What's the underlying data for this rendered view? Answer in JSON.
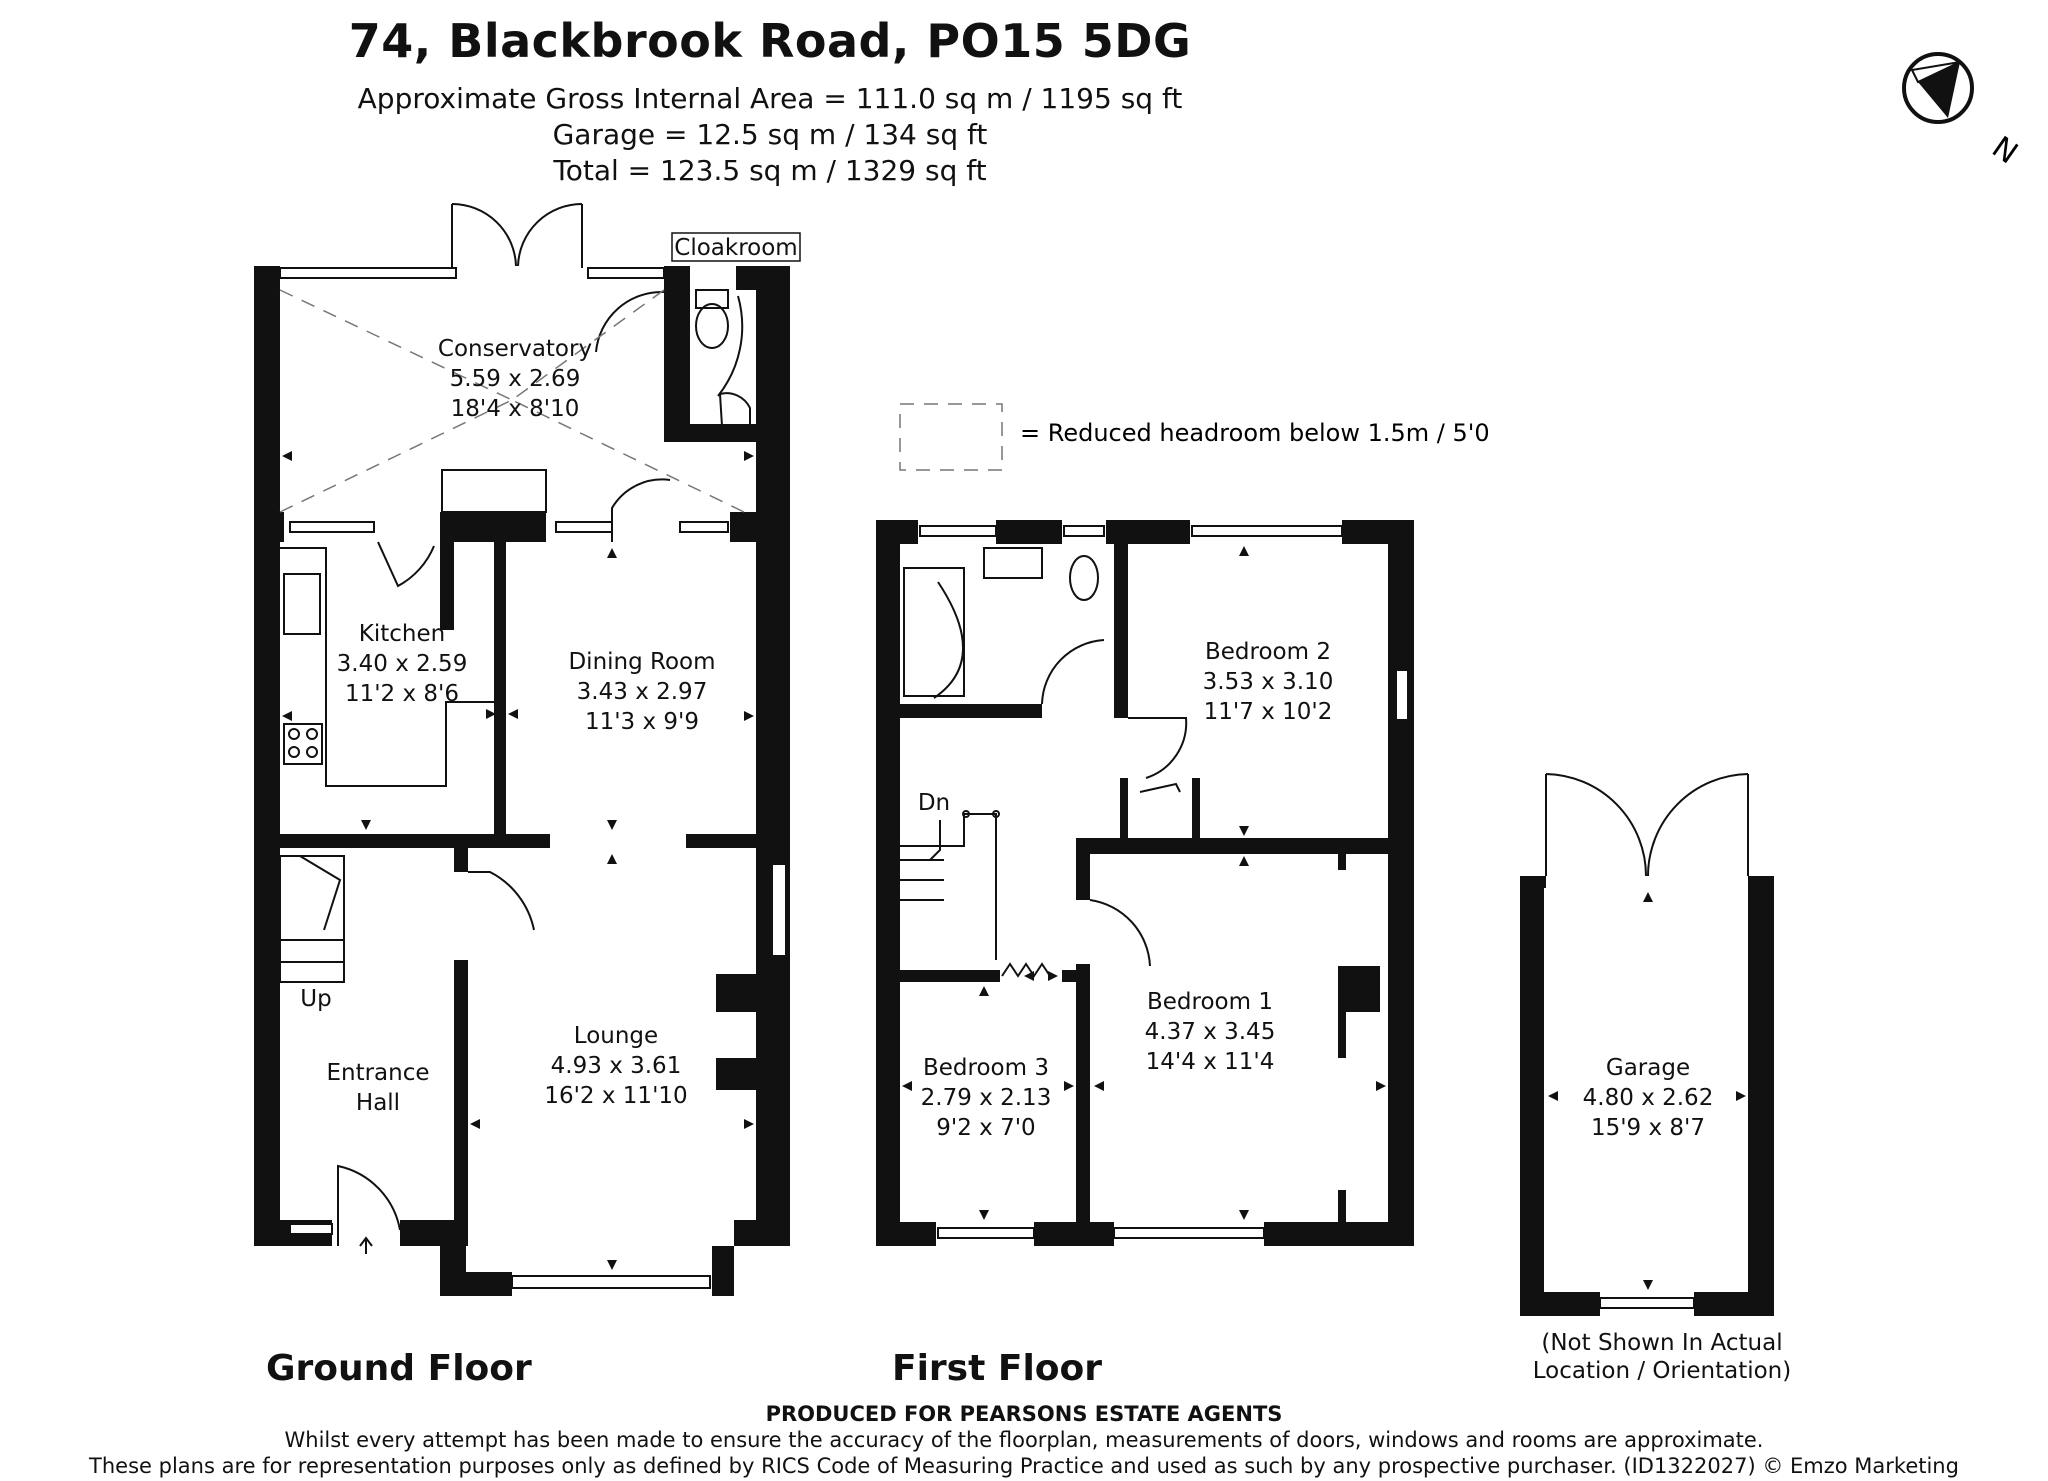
{
  "header": {
    "address": "74, Blackbrook Road, PO15 5DG",
    "line1": "Approximate Gross Internal Area = 111.0 sq m / 1195 sq ft",
    "line2": "Garage = 12.5 sq m / 134 sq ft",
    "line3": "Total = 123.5 sq m / 1329 sq ft"
  },
  "compass": {
    "label": "N"
  },
  "legend": {
    "text": "= Reduced headroom below 1.5m / 5'0"
  },
  "ground_floor": {
    "label": "Ground Floor",
    "rooms": {
      "conservatory": {
        "name": "Conservatory",
        "metric": "5.59 x 2.69",
        "imperial": "18'4 x 8'10"
      },
      "cloakroom": {
        "name": "Cloakroom"
      },
      "kitchen": {
        "name": "Kitchen",
        "metric": "3.40 x 2.59",
        "imperial": "11'2 x 8'6"
      },
      "dining": {
        "name": "Dining Room",
        "metric": "3.43 x 2.97",
        "imperial": "11'3 x 9'9"
      },
      "lounge": {
        "name": "Lounge",
        "metric": "4.93 x 3.61",
        "imperial": "16'2 x 11'10"
      },
      "hall": {
        "name1": "Entrance",
        "name2": "Hall"
      },
      "stairs": {
        "label": "Up"
      }
    }
  },
  "first_floor": {
    "label": "First Floor",
    "rooms": {
      "bedroom2": {
        "name": "Bedroom 2",
        "metric": "3.53 x 3.10",
        "imperial": "11'7 x 10'2"
      },
      "bedroom1": {
        "name": "Bedroom 1",
        "metric": "4.37 x 3.45",
        "imperial": "14'4 x 11'4"
      },
      "bedroom3": {
        "name": "Bedroom 3",
        "metric": "2.79 x 2.13",
        "imperial": "9'2 x 7'0"
      },
      "stairs": {
        "label": "Dn"
      }
    }
  },
  "garage": {
    "name": "Garage",
    "metric": "4.80 x 2.62",
    "imperial": "15'9 x 8'7",
    "note1": "(Not Shown In Actual",
    "note2": "Location / Orientation)"
  },
  "footer": {
    "produced": "PRODUCED FOR PEARSONS ESTATE AGENTS",
    "disclaimer1": "Whilst every attempt has been made to ensure the accuracy of the floorplan, measurements of doors, windows and rooms are approximate.",
    "disclaimer2": "These plans are for representation purposes only as defined by RICS Code of Measuring Practice and used as such by any prospective purchaser. (ID1322027) © Emzo Marketing"
  }
}
